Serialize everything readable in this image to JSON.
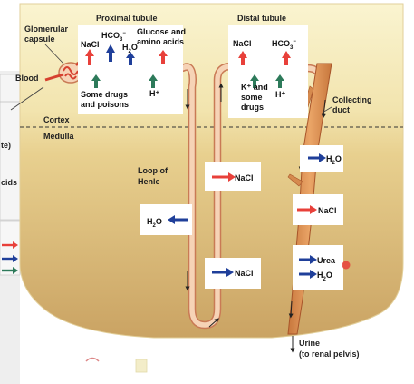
{
  "labels": {
    "glomerular_capsule_1": "Glomerular",
    "glomerular_capsule_2": "capsule",
    "blood": "Blood",
    "proximal_tubule": "Proximal tubule",
    "distal_tubule": "Distal tubule",
    "cortex": "Cortex",
    "medulla": "Medulla",
    "loop_of_henle_1": "Loop of",
    "loop_of_henle_2": "Henle",
    "collecting_duct_1": "Collecting",
    "collecting_duct_2": "duct",
    "urine_1": "Urine",
    "urine_2": "(to renal pelvis)"
  },
  "proximal_box": {
    "nacl": "NaCl",
    "hco3": "HCO",
    "hco3_sub": "3",
    "hco3_sup": "−",
    "h2o_h": "H",
    "h2o_sub": "2",
    "h2o_o": "O",
    "glucose_1": "Glucose and",
    "glucose_2": "amino acids",
    "drugs_1": "Some drugs",
    "drugs_2": "and poisons",
    "h_plus": "H⁺"
  },
  "distal_box": {
    "nacl": "NaCl",
    "hco3": "HCO",
    "hco3_sub": "3",
    "hco3_sup": "−",
    "k_1": "K⁺ and",
    "k_2": "some",
    "k_3": "drugs",
    "h_plus": "H⁺"
  },
  "loop_boxes": {
    "nacl_upper": "NaCl",
    "h2o_h": "H",
    "h2o_sub": "2",
    "h2o_o": "O",
    "nacl_lower": "NaCl"
  },
  "duct_boxes": {
    "h2o_top_h": "H",
    "h2o_top_sub": "2",
    "h2o_top_o": "O",
    "nacl": "NaCl",
    "urea": "Urea",
    "h2o_bottom_h": "H",
    "h2o_bottom_sub": "2",
    "h2o_bottom_o": "O"
  },
  "left_sidebar": {
    "text_1": "te)",
    "text_2": "cids"
  },
  "colors": {
    "secretion_red": "#e8403a",
    "reabsorption_blue": "#1f3f9a",
    "passive_green": "#2d7a5a",
    "tubule_fill": "#f6d3b6",
    "tubule_stroke": "#c97a55",
    "duct_fill": "#e39a5c",
    "duct_stroke": "#a8552a",
    "cortex_fill": "#f8f0c5",
    "medulla_fill": "#d9b777"
  },
  "icons": {
    "secretion": "red-arrow-icon",
    "reabsorption": "blue-arrow-icon",
    "passive": "green-arrow-icon",
    "flow": "flow-arrow-icon",
    "pointer": "red-dot-icon"
  }
}
